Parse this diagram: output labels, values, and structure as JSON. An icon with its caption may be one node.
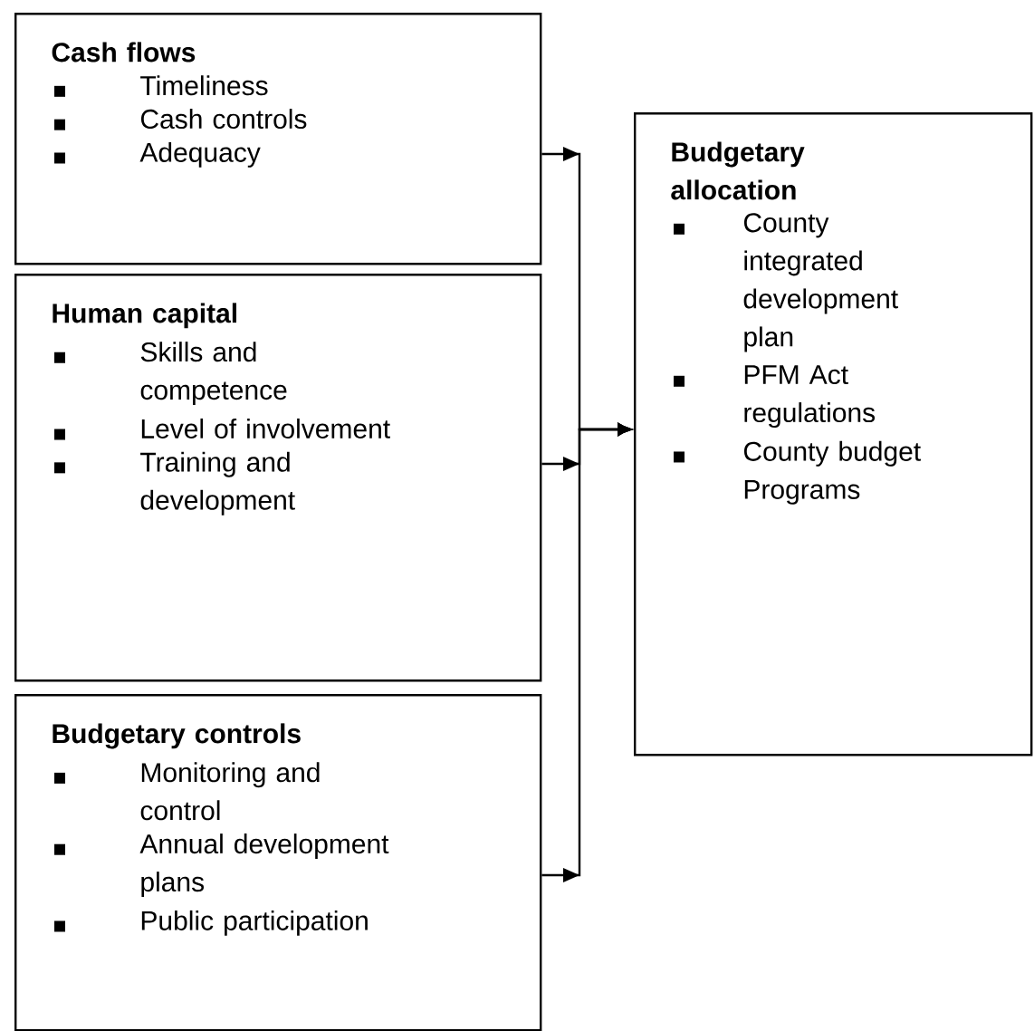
{
  "diagram": {
    "nodes": [
      {
        "text": [
          "Cash flows",
          "Timeliness",
          "Cash controls",
          "Adequacy"
        ]
      },
      {
        "text": [
          "Human capital",
          "Skills and competence",
          "Level of involvement",
          "Training and development"
        ]
      },
      {
        "text": [
          "Budgetary controls",
          "Monitoring and control",
          "Annual development plans",
          "Public participation"
        ]
      },
      {
        "text": [
          "Budgetary allocation",
          "County integrated development plan",
          "PFM Act regulations",
          "County budget Programs"
        ]
      }
    ],
    "edges": [
      {
        "from": 0,
        "to": 3,
        "arrow": "to"
      },
      {
        "from": 1,
        "to": 3,
        "arrow": "to"
      },
      {
        "from": 2,
        "to": 3,
        "arrow": "to"
      }
    ]
  }
}
